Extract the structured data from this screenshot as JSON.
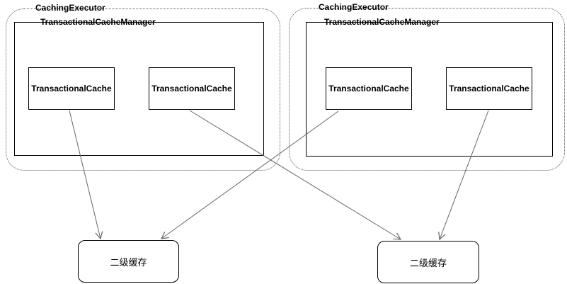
{
  "executors": [
    {
      "label": "CachingExecutor",
      "manager": {
        "label": "TransactionalCacheManager",
        "caches": [
          {
            "label": "TransactionalCache"
          },
          {
            "label": "TransactionalCache"
          }
        ]
      }
    },
    {
      "label": "CachingExecutor",
      "manager": {
        "label": "TransactionalCacheManager",
        "caches": [
          {
            "label": "TransactionalCache"
          },
          {
            "label": "TransactionalCache"
          }
        ]
      }
    }
  ],
  "second_level_caches": [
    {
      "label": "二级缓存"
    },
    {
      "label": "二级缓存"
    }
  ],
  "connections": [
    {
      "from": "executor-1-cache-1",
      "to": "second-level-cache-1"
    },
    {
      "from": "executor-1-cache-2",
      "to": "second-level-cache-2"
    },
    {
      "from": "executor-2-cache-1",
      "to": "second-level-cache-1"
    },
    {
      "from": "executor-2-cache-2",
      "to": "second-level-cache-2"
    }
  ],
  "colors": {
    "box_border": "#000000",
    "container_border": "#595959",
    "arrow": "#666666",
    "text": "#000000",
    "background": "#ffffff"
  }
}
